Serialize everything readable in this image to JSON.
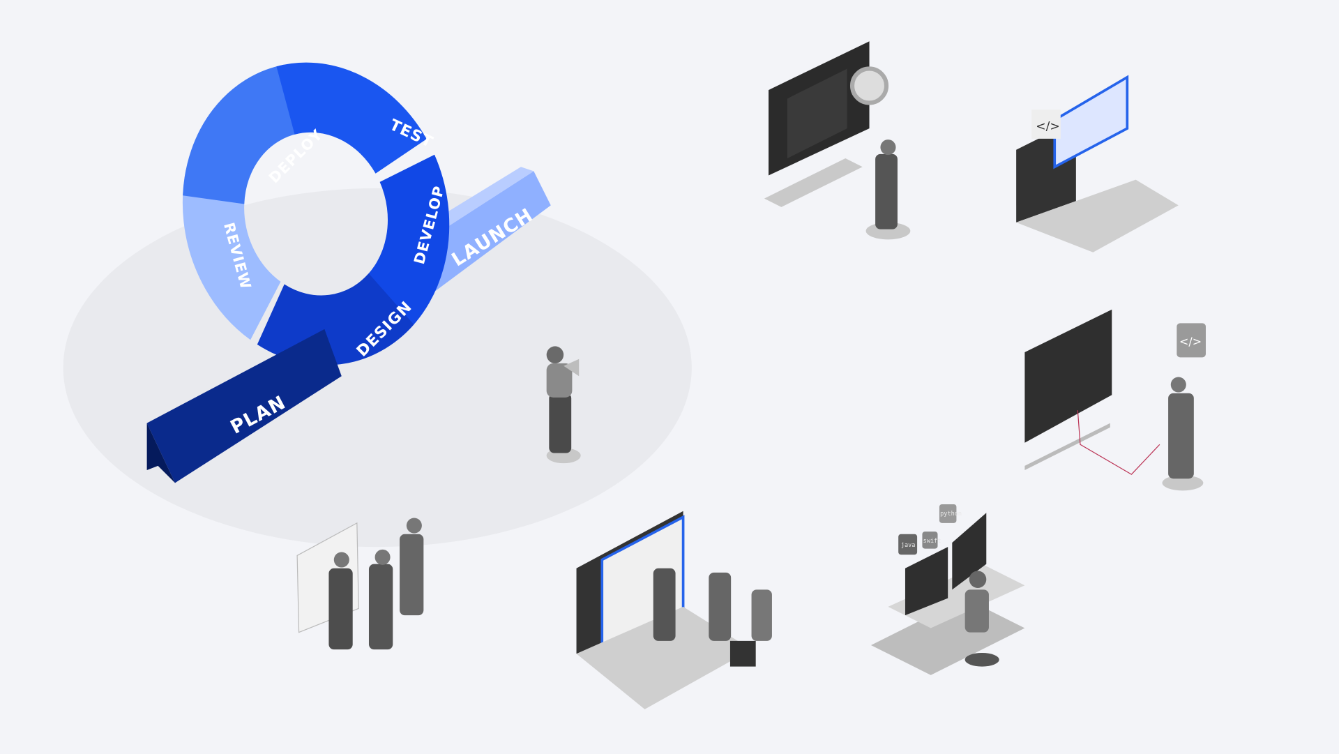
{
  "cycle": {
    "stages": [
      "PLAN",
      "DESIGN",
      "DEVELOP",
      "TEST",
      "DEPLOY",
      "REVIEW"
    ],
    "launch": "LAUNCH",
    "colors": {
      "plan": "#0a2a8c",
      "design": "#0e3bc9",
      "develop": "#1148e6",
      "test": "#1a56f0",
      "deploy": "#3f78f5",
      "review": "#9dbcff",
      "launch": "#8fb0ff"
    }
  },
  "desk_scene": {
    "language_tags": [
      "java",
      "swift",
      "python"
    ]
  },
  "icons": [
    "code-tag-icon",
    "magnifier-icon",
    "megaphone-icon"
  ]
}
